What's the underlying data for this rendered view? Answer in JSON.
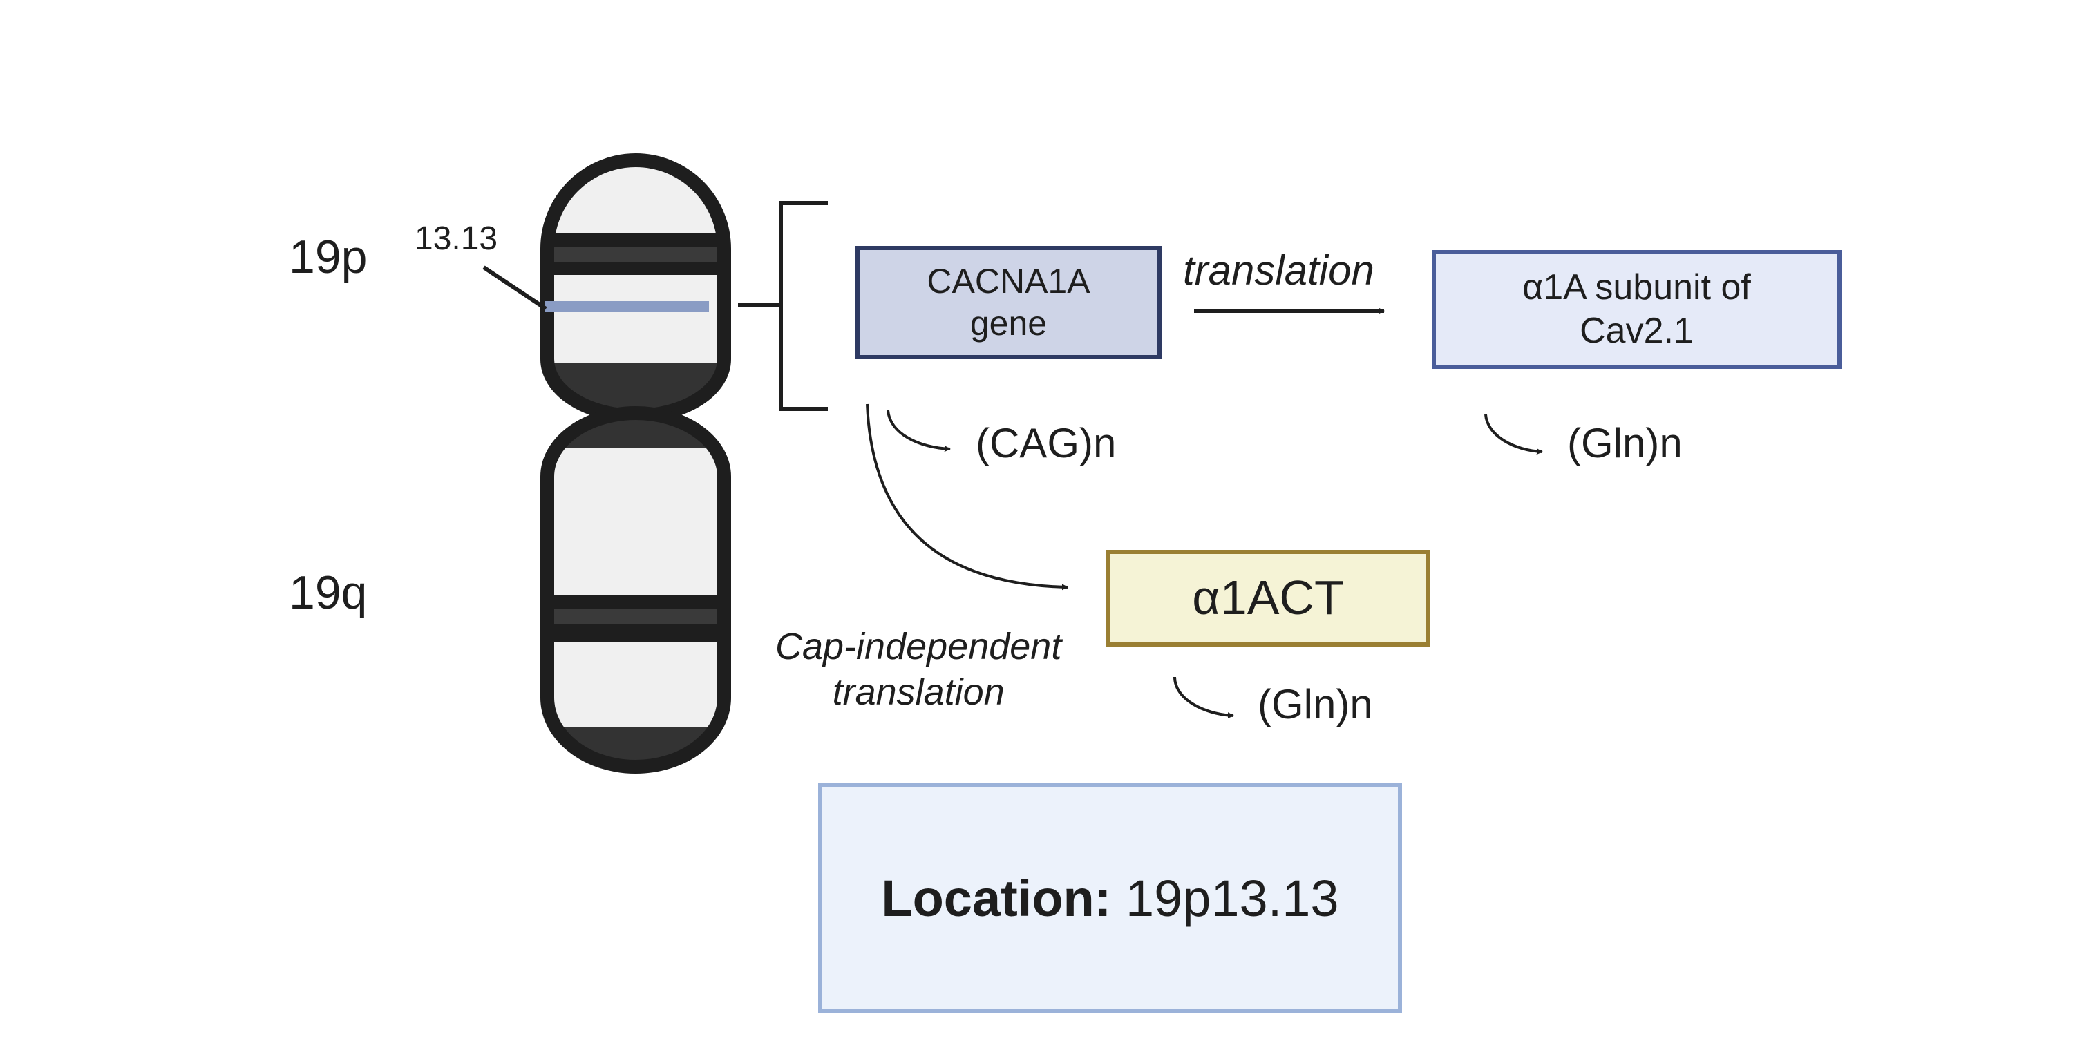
{
  "chromosome": {
    "arm_p_label": "19p",
    "arm_q_label": "19q",
    "band_label": "13.13"
  },
  "gene_box": {
    "text": "CACNA1A\ngene",
    "fill": "#ced4e7",
    "border": "#2e3a63"
  },
  "subunit_box": {
    "text": "α1A subunit of\nCav2.1",
    "fill": "#e5eaf8",
    "border": "#4a5d9a"
  },
  "act_box": {
    "text": "α1ACT",
    "fill": "#f5f3d6",
    "border": "#9a7f33"
  },
  "location_box": {
    "bold": "Location:",
    "value": "19p13.13",
    "fill": "#ecf2fb",
    "border": "#9bb2d9"
  },
  "labels": {
    "translation": "translation",
    "cap_independent": "Cap-independent\ntranslation",
    "cag_repeat": "(CAG)n",
    "gln_subunit": "(Gln)n",
    "gln_act": "(Gln)n"
  },
  "colors": {
    "outline": "#1e1e1e",
    "chromosome_fill": "#f0f0f0",
    "dark_band": "#333333",
    "highlight_band": "#8a9cc4"
  }
}
